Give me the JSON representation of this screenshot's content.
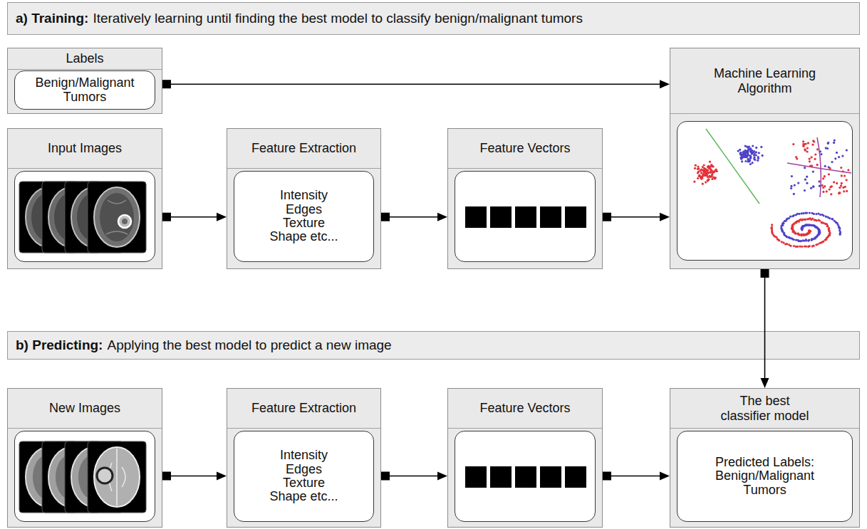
{
  "diagram": {
    "nodes": [
      {
        "text": [
          "a) Training:",
          "Iteratively learning until finding the best model to classify benign/malignant tumors"
        ]
      },
      {
        "text": [
          "Labels"
        ]
      },
      {
        "text": [
          "Benign/Malignant Tumors"
        ],
        "in": 1
      },
      {
        "text": [
          "Input Images"
        ]
      },
      {
        "text": [
          "Feature Extraction"
        ]
      },
      {
        "text": [
          "Intensity Edges Texture Shape etc..."
        ],
        "in": 4
      },
      {
        "text": [
          "Feature Vectors"
        ]
      },
      {
        "text": [
          "Machine Learning Algorithm"
        ]
      },
      {
        "text": [
          "b) Predicting:",
          "Applying the best model to predict a new image"
        ]
      },
      {
        "text": [
          "New Images"
        ]
      },
      {
        "text": [
          "Feature Extraction"
        ]
      },
      {
        "text": [
          "Intensity Edges Texture Shape etc..."
        ],
        "in": 10
      },
      {
        "text": [
          "Feature Vectors"
        ]
      },
      {
        "text": [
          "The best classifier model"
        ]
      },
      {
        "text": [
          "Predicted Labels: Benign/Malignant Tumors"
        ],
        "in": 13
      }
    ],
    "edges": [
      {
        "from": 1,
        "to": 7,
        "arrow": "to"
      },
      {
        "from": 3,
        "to": 4,
        "arrow": "to"
      },
      {
        "from": 4,
        "to": 6,
        "arrow": "to"
      },
      {
        "from": 6,
        "to": 7,
        "arrow": "to"
      },
      {
        "from": 7,
        "to": 13,
        "arrow": "to"
      },
      {
        "from": 9,
        "to": 10,
        "arrow": "to"
      },
      {
        "from": 10,
        "to": 12,
        "arrow": "to"
      },
      {
        "from": 12,
        "to": 13,
        "arrow": "to"
      }
    ]
  }
}
